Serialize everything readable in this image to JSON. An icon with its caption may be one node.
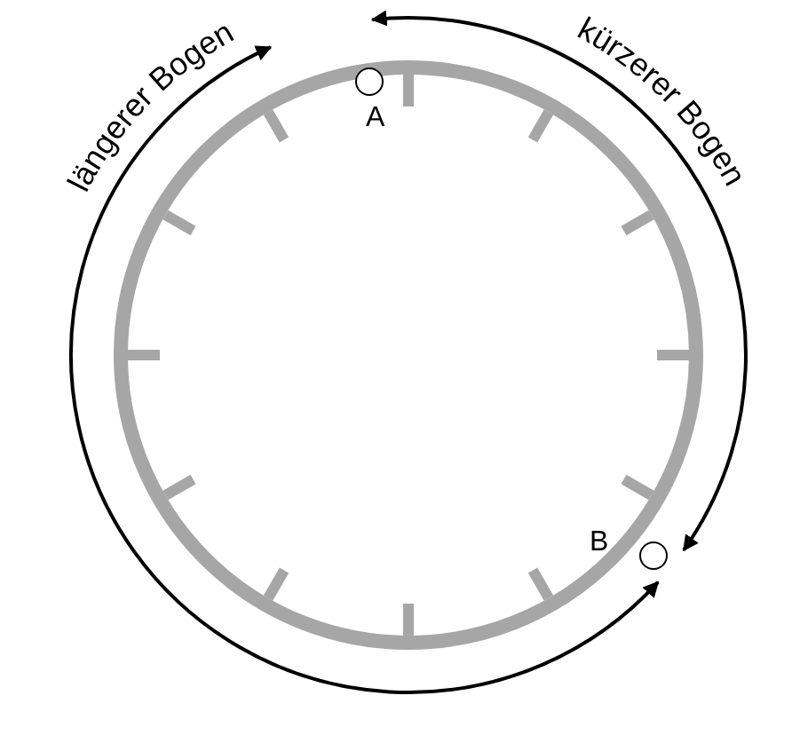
{
  "diagram": {
    "nodes": [
      {
        "text": [],
        "shape": "circle",
        "beside": [
          "A"
        ]
      },
      {
        "text": [],
        "shape": "circle",
        "beside": [
          "B"
        ]
      }
    ],
    "edges": [
      {
        "from": 0,
        "to": 1,
        "arrow": "both",
        "label": "längerer Bogen"
      },
      {
        "from": 0,
        "to": 1,
        "arrow": "both",
        "label": "kürzerer Bogen"
      }
    ]
  }
}
